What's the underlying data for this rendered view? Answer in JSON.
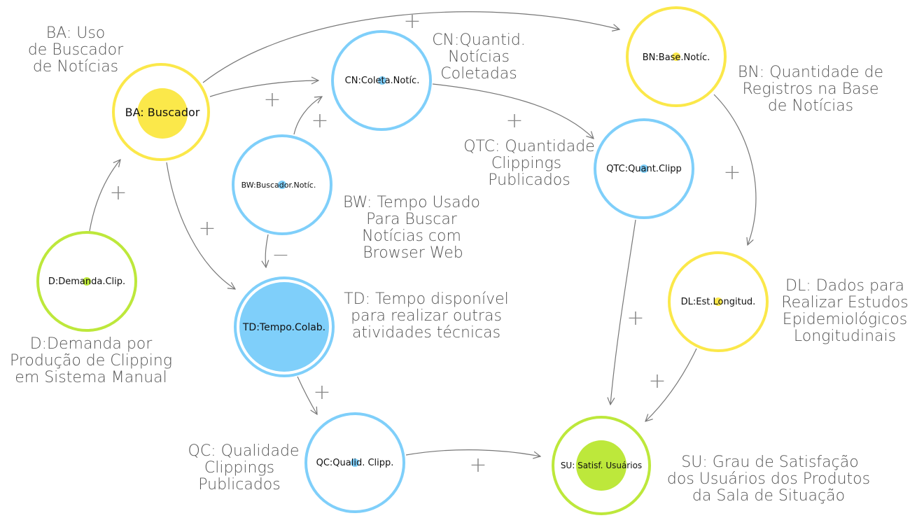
{
  "colors": {
    "yellow": "#fbe84a",
    "blue": "#7fcffa",
    "green": "#bde83b",
    "edge": "#777777",
    "text": "#555555"
  },
  "nodes": {
    "ba": {
      "label": "BA: Buscador",
      "desc": [
        "BA: Uso",
        "de Buscador",
        "de Notícias"
      ]
    },
    "cn": {
      "label": "CN:Coleta.Notíc.",
      "desc": [
        "CN:Quantid.",
        "Notícias",
        "Coletadas"
      ]
    },
    "bn": {
      "label": "BN:Base.Notíc.",
      "desc": [
        "BN: Quantidade de",
        "Registros na Base",
        "de Notícias"
      ]
    },
    "bw": {
      "label": "BW:Buscador.Notíc.",
      "desc": [
        "BW: Tempo Usado",
        "Para Buscar",
        "Notícias com",
        "Browser Web"
      ]
    },
    "qtc": {
      "label": "QTC:Quant.Clipp",
      "desc": [
        "QTC: Quantidade",
        "Clippings",
        "Publicados"
      ]
    },
    "d": {
      "label": "D:Demanda.Clip.",
      "desc": [
        "D:Demanda por",
        "Produção de Clipping",
        "em Sistema Manual"
      ]
    },
    "td": {
      "label": "TD:Tempo.Colab.",
      "desc": [
        "TD: Tempo disponível",
        "para realizar outras",
        "atividades técnicas"
      ]
    },
    "dl": {
      "label": "DL:Est.Longitud.",
      "desc": [
        "DL: Dados para",
        "Realizar Estudos",
        "Epidemiológicos",
        "Longitudinais"
      ]
    },
    "qc": {
      "label": "QC:Qualid. Clipp.",
      "desc": [
        "QC: Qualidade",
        "Clippings",
        "Publicados"
      ]
    },
    "su": {
      "label": "SU: Satisf. Usuários",
      "desc": [
        "SU: Grau de Satisfação",
        "dos Usuários dos Produtos",
        "da Sala de Situação"
      ]
    }
  },
  "signs": {
    "ba_bn": "+",
    "ba_cn": "+",
    "bw_cn": "+",
    "d_ba": "+",
    "ba_td": "+",
    "bw_td": "−",
    "cn_qtc": "+",
    "bn_dl": "+",
    "qtc_su": "+",
    "dl_su": "+",
    "td_qc": "+",
    "qc_su": "+"
  }
}
